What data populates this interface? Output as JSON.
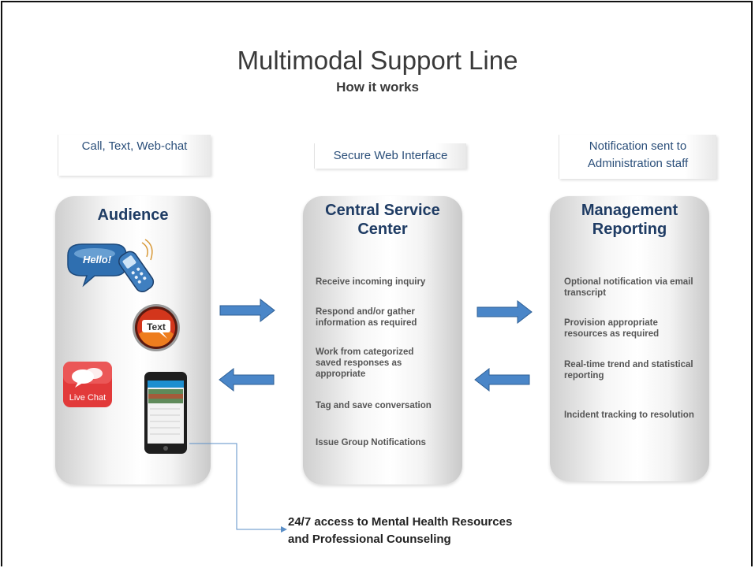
{
  "header": {
    "title": "Multimodal Support Line",
    "subtitle": "How it works"
  },
  "tabs": {
    "left": "Call, Text, Web-chat",
    "middle": "Secure Web Interface",
    "right_line1": "Notification sent to",
    "right_line2": "Administration staff"
  },
  "audience": {
    "title": "Audience",
    "hello_label": "Hello!",
    "text_label": "Text",
    "livechat_label": "Live Chat"
  },
  "central": {
    "title_line1": "Central Service",
    "title_line2": "Center",
    "items": [
      "Receive incoming inquiry",
      "Respond and/or gather information as required",
      "Work from categorized saved responses as appropriate",
      "Tag and save conversation",
      "Issue Group Notifications"
    ]
  },
  "management": {
    "title_line1": "Management",
    "title_line2": "Reporting",
    "items": [
      "Optional notification via email transcript",
      "Provision appropriate resources as required",
      "Real-time trend and statistical reporting",
      "Incident tracking to resolution"
    ]
  },
  "footnote": {
    "line1": "24/7 access to Mental Health Resources",
    "line2": "and Professional Counseling"
  },
  "colors": {
    "accent_blue": "#4a86c8",
    "title_navy": "#1f3c64",
    "tab_text": "#2b4f7a"
  }
}
